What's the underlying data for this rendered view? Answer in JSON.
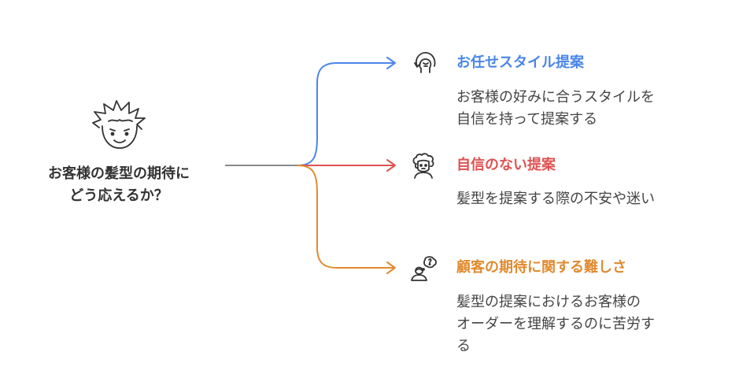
{
  "root": {
    "label_lines": [
      "お客様の髪型の期待に",
      "どう応えるか？"
    ],
    "icon": "spiky-hair-face-icon"
  },
  "branches": [
    {
      "title": "お任せスタイル提案",
      "desc_lines": [
        "お客様の好みに合うスタイルを",
        "自信を持って提案する"
      ],
      "icon": "head-cycle-icon",
      "color": "#4a86e8"
    },
    {
      "title": "自信のない提案",
      "desc_lines": [
        "髪型を提案する際の不安や迷い"
      ],
      "icon": "curly-hair-person-icon",
      "color": "#e05252"
    },
    {
      "title": "顧客の期待に関する難しさ",
      "desc_lines": [
        "髪型の提案におけるお客様の",
        "オーダーを理解するのに苦労す",
        "る"
      ],
      "icon": "thinking-person-icon",
      "color": "#e08a2e"
    }
  ],
  "colors": {
    "trunk": "#8a8a8a",
    "text": "#444444",
    "icon_stroke": "#333333"
  }
}
